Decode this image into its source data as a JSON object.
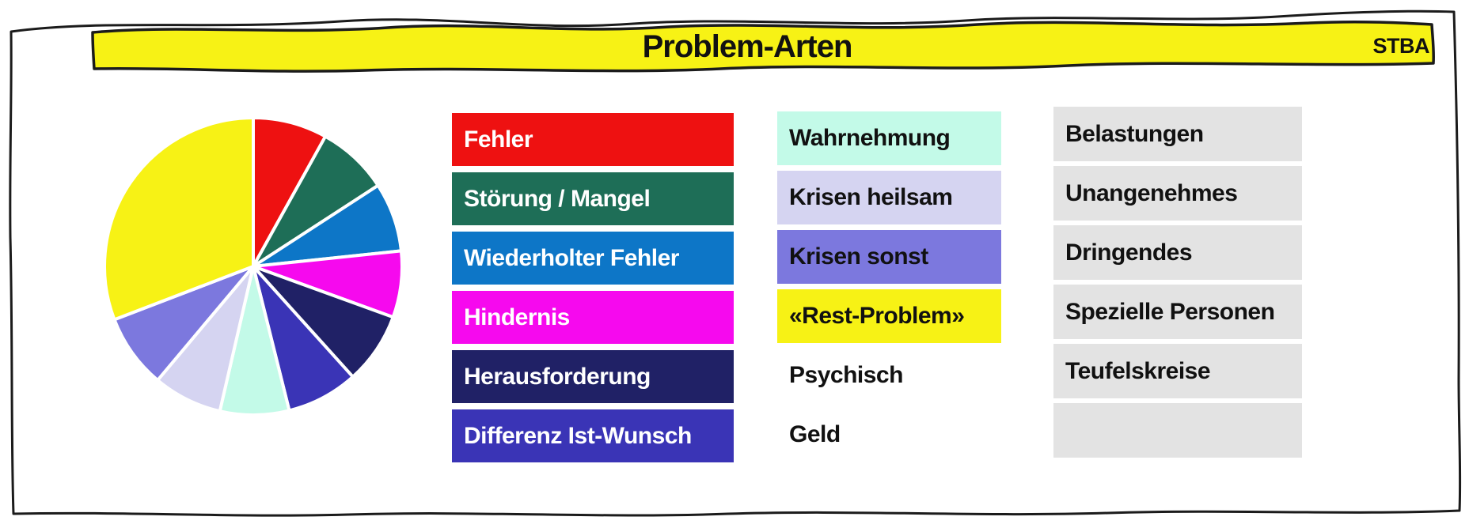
{
  "banner": {
    "title": "Problem-Arten",
    "badge": "STBA",
    "bg": "#F7F215"
  },
  "chart_data": {
    "type": "pie",
    "title": "Problem-Arten",
    "clockwise": true,
    "start_angle_deg": 0,
    "unit": "degrees (estimated from slice angles)",
    "slices": [
      {
        "label": "Fehler",
        "value_deg": 29,
        "color": "#EE1111"
      },
      {
        "label": "Störung / Mangel",
        "value_deg": 28,
        "color": "#1E6E57"
      },
      {
        "label": "Wiederholter Fehler",
        "value_deg": 27,
        "color": "#0D76C7"
      },
      {
        "label": "Hindernis",
        "value_deg": 26,
        "color": "#F609EE"
      },
      {
        "label": "Herausforderung",
        "value_deg": 28,
        "color": "#202166"
      },
      {
        "label": "Differenz Ist-Wunsch",
        "value_deg": 28,
        "color": "#3A34B6"
      },
      {
        "label": "Wahrnehmung",
        "value_deg": 27,
        "color": "#C3FAE8"
      },
      {
        "label": "Krisen heilsam",
        "value_deg": 27,
        "color": "#D5D4F1"
      },
      {
        "label": "Krisen sonst",
        "value_deg": 29,
        "color": "#7C78DE"
      },
      {
        "label": "«Rest-Problem»",
        "value_deg": 111,
        "color": "#F7F215"
      }
    ],
    "legend_position": "right",
    "grid": false
  },
  "legend": {
    "col1": [
      {
        "label": "Fehler",
        "bg": "#EE1111",
        "fg": "#FFFFFF"
      },
      {
        "label": "Störung / Mangel",
        "bg": "#1E6E57",
        "fg": "#FFFFFF"
      },
      {
        "label": "Wiederholter Fehler",
        "bg": "#0D76C7",
        "fg": "#FFFFFF"
      },
      {
        "label": "Hindernis",
        "bg": "#F609EE",
        "fg": "#FFFFFF"
      },
      {
        "label": "Herausforderung",
        "bg": "#202166",
        "fg": "#FFFFFF"
      },
      {
        "label": "Differenz Ist-Wunsch",
        "bg": "#3A34B6",
        "fg": "#FFFFFF"
      }
    ],
    "col2": [
      {
        "label": "Wahrnehmung",
        "bg": "#C3FAE8",
        "fg": "#111111"
      },
      {
        "label": "Krisen heilsam",
        "bg": "#D5D4F1",
        "fg": "#111111"
      },
      {
        "label": "Krisen sonst",
        "bg": "#7C78DE",
        "fg": "#111111"
      },
      {
        "label": "«Rest-Problem»",
        "bg": "#F7F215",
        "fg": "#111111"
      },
      {
        "label": "Psychisch",
        "bg": "transparent",
        "fg": "#111111"
      },
      {
        "label": "Geld",
        "bg": "transparent",
        "fg": "#111111"
      }
    ],
    "col3": [
      {
        "label": "Belastungen",
        "bg": "#E3E3E3",
        "fg": "#111111"
      },
      {
        "label": "Unangenehmes",
        "bg": "#E3E3E3",
        "fg": "#111111"
      },
      {
        "label": "Dringendes",
        "bg": "#E3E3E3",
        "fg": "#111111"
      },
      {
        "label": "Spezielle Personen",
        "bg": "#E3E3E3",
        "fg": "#111111"
      },
      {
        "label": "Teufelskreise",
        "bg": "#E3E3E3",
        "fg": "#111111"
      },
      {
        "label": "",
        "bg": "#E3E3E3",
        "fg": "#111111"
      }
    ]
  }
}
